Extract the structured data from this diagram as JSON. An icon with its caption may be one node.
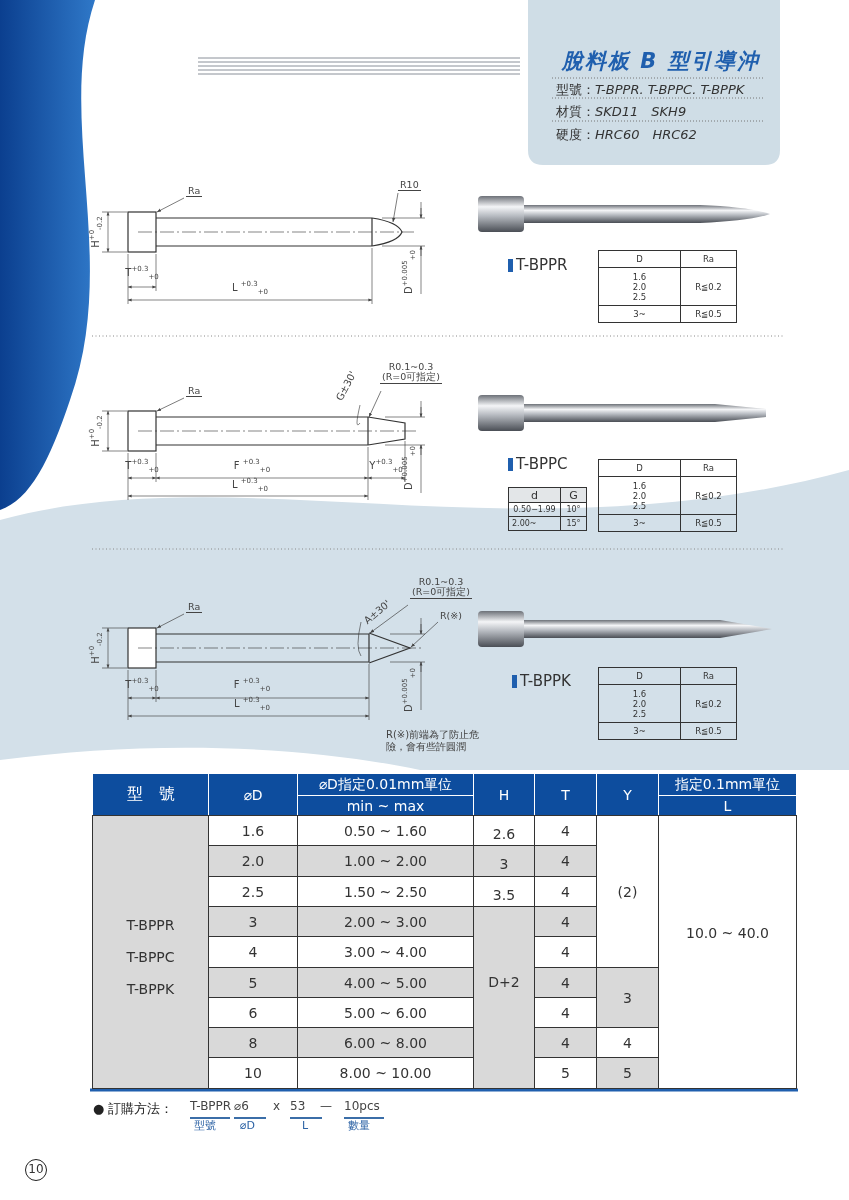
{
  "diagram": {
    "title": "脫料板 B 型引導沖",
    "nodes": [
      {
        "text": [],
        "shape": "picture"
      },
      {
        "text": [
          "Ra"
        ]
      },
      {
        "text": [
          "R10"
        ]
      },
      {
        "text": [],
        "shape": "picture"
      },
      {
        "text": [
          "Ra"
        ]
      },
      {
        "text": [
          "R0.1~0.3",
          "(R=0可指定)"
        ]
      },
      {
        "text": [],
        "shape": "picture"
      },
      {
        "text": [
          "Ra"
        ]
      },
      {
        "text": [
          "R0.1~0.3",
          "(R=0可指定)"
        ]
      },
      {
        "text": [
          "R(※)"
        ]
      }
    ],
    "edges": [
      {
        "from": 1,
        "to": 0,
        "arrow": "to"
      },
      {
        "from": 2,
        "to": 0,
        "arrow": "to"
      },
      {
        "from": 4,
        "to": 3,
        "arrow": "to"
      },
      {
        "from": 5,
        "to": 3,
        "arrow": "to"
      },
      {
        "from": 7,
        "to": 6,
        "arrow": "to"
      },
      {
        "from": 8,
        "to": 6,
        "arrow": "to"
      },
      {
        "from": 9,
        "to": 6,
        "arrow": "to"
      }
    ],
    "labels": [
      "型號：*T-BPPR. T-BPPC. T-BPPK*",
      "材質：*SKD11　SKH9*",
      "硬度：*HRC60　HRC62*",
      "H$^{+0}$$_{-0.2}$",
      "T$^{+0.3}$$_{+0}$",
      "L $^{+0.3}$$_{+0}$",
      "D$^{+0.005}$$_{+0}$",
      "T-BPPR",
      "D",
      "Ra",
      "1.6 2.0 2.5",
      "R≦0.2",
      "3~",
      "R≦0.5",
      "G±30'",
      "H$^{+0}$$_{-0.2}$",
      "T$^{+0.3}$$_{+0}$",
      "F $^{+0.3}$$_{+0}$",
      "Y$^{+0.3}$$_{+0}$",
      "D$^{+0.005}$$_{+0}$",
      "L $^{+0.3}$$_{+0}$",
      "T-BPPC",
      "d",
      "G",
      "0.50−1.99",
      "10°",
      "2.00~",
      "15°",
      "D",
      "Ra",
      "1.6 2.0 2.5",
      "R≦0.2",
      "3~",
      "R≦0.5",
      "A±30'",
      "H$^{+0}$$_{-0.2}$",
      "T$^{+0.3}$$_{+0}$",
      "F $^{+0.3}$$_{+0}$",
      "L $^{+0.3}$$_{+0}$",
      "D$^{+0.005}$$_{+0}$",
      "R(※)前端為了防止危險，會有些許圓潤",
      "T-BPPK",
      "D",
      "Ra",
      "1.6 2.0 2.5",
      "R≦0.2",
      "3~",
      "R≦0.5",
      "型　號",
      "⌀D",
      "⌀D指定0.01mm單位",
      "H",
      "T",
      "Y",
      "指定0.1mm單位",
      "min ~ max",
      "L",
      "T-BPPR",
      "T-BPPC",
      "T-BPPK",
      "1.6",
      "0.50 ~ 1.60",
      "2.6",
      "4",
      "(2)",
      "10.0 ~ 40.0",
      "2.0",
      "1.00 ~ 2.00",
      "3",
      "4",
      "2.5",
      "1.50 ~ 2.50",
      "3.5",
      "4",
      "3",
      "2.00 ~ 3.00",
      "D+2",
      "4",
      "4",
      "3.00 ~ 4.00",
      "4",
      "5",
      "4.00 ~ 5.00",
      "4",
      "3",
      "6",
      "5.00 ~ 6.00",
      "4",
      "8",
      "6.00 ~ 8.00",
      "4",
      "4",
      "10",
      "8.00 ~ 10.00",
      "5",
      "5",
      "● 訂購方法：",
      "T-BPPR",
      "⌀6",
      "x",
      "53",
      "—",
      "10pcs",
      "型號",
      "⌀D",
      "L",
      "數量",
      "10"
    ]
  }
}
